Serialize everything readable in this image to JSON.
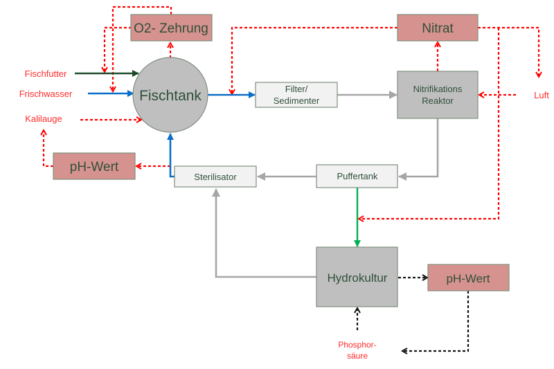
{
  "colors": {
    "red_box_fill": "#d6928e",
    "gray_box_fill": "#bfbfbf",
    "light_box_fill": "#f2f2f2",
    "box_border": "#7f8f7f",
    "node_text": "#2f4f3a",
    "signal_red": "#ff0000",
    "label_red": "#ff2a2a",
    "water_blue": "#0a6fc8",
    "feed_dark_green": "#1f4a2c",
    "plant_green": "#00b050",
    "process_gray": "#a6a6a6",
    "control_black": "#111111"
  },
  "nodes": {
    "fischtank": "Fischtank",
    "o2_zehrung": "O2- Zehrung",
    "nitrat": "Nitrat",
    "filter_line1": "Filter/",
    "filter_line2": "Sedimenter",
    "reaktor_line1": "Nitrifikations",
    "reaktor_line2": "Reaktor",
    "ph_wert_left": "pH-Wert",
    "sterilisator": "Sterilisator",
    "puffertank": "Puffertank",
    "hydrokultur": "Hydrokultur",
    "ph_wert_right": "pH-Wert"
  },
  "inputs": {
    "fischfutter": "Fischfutter",
    "frischwasser": "Frischwasser",
    "kalilauge": "Kalilauge",
    "luft": "Luft",
    "phosphor_line1": "Phosphor-",
    "phosphor_line2": "säure"
  }
}
